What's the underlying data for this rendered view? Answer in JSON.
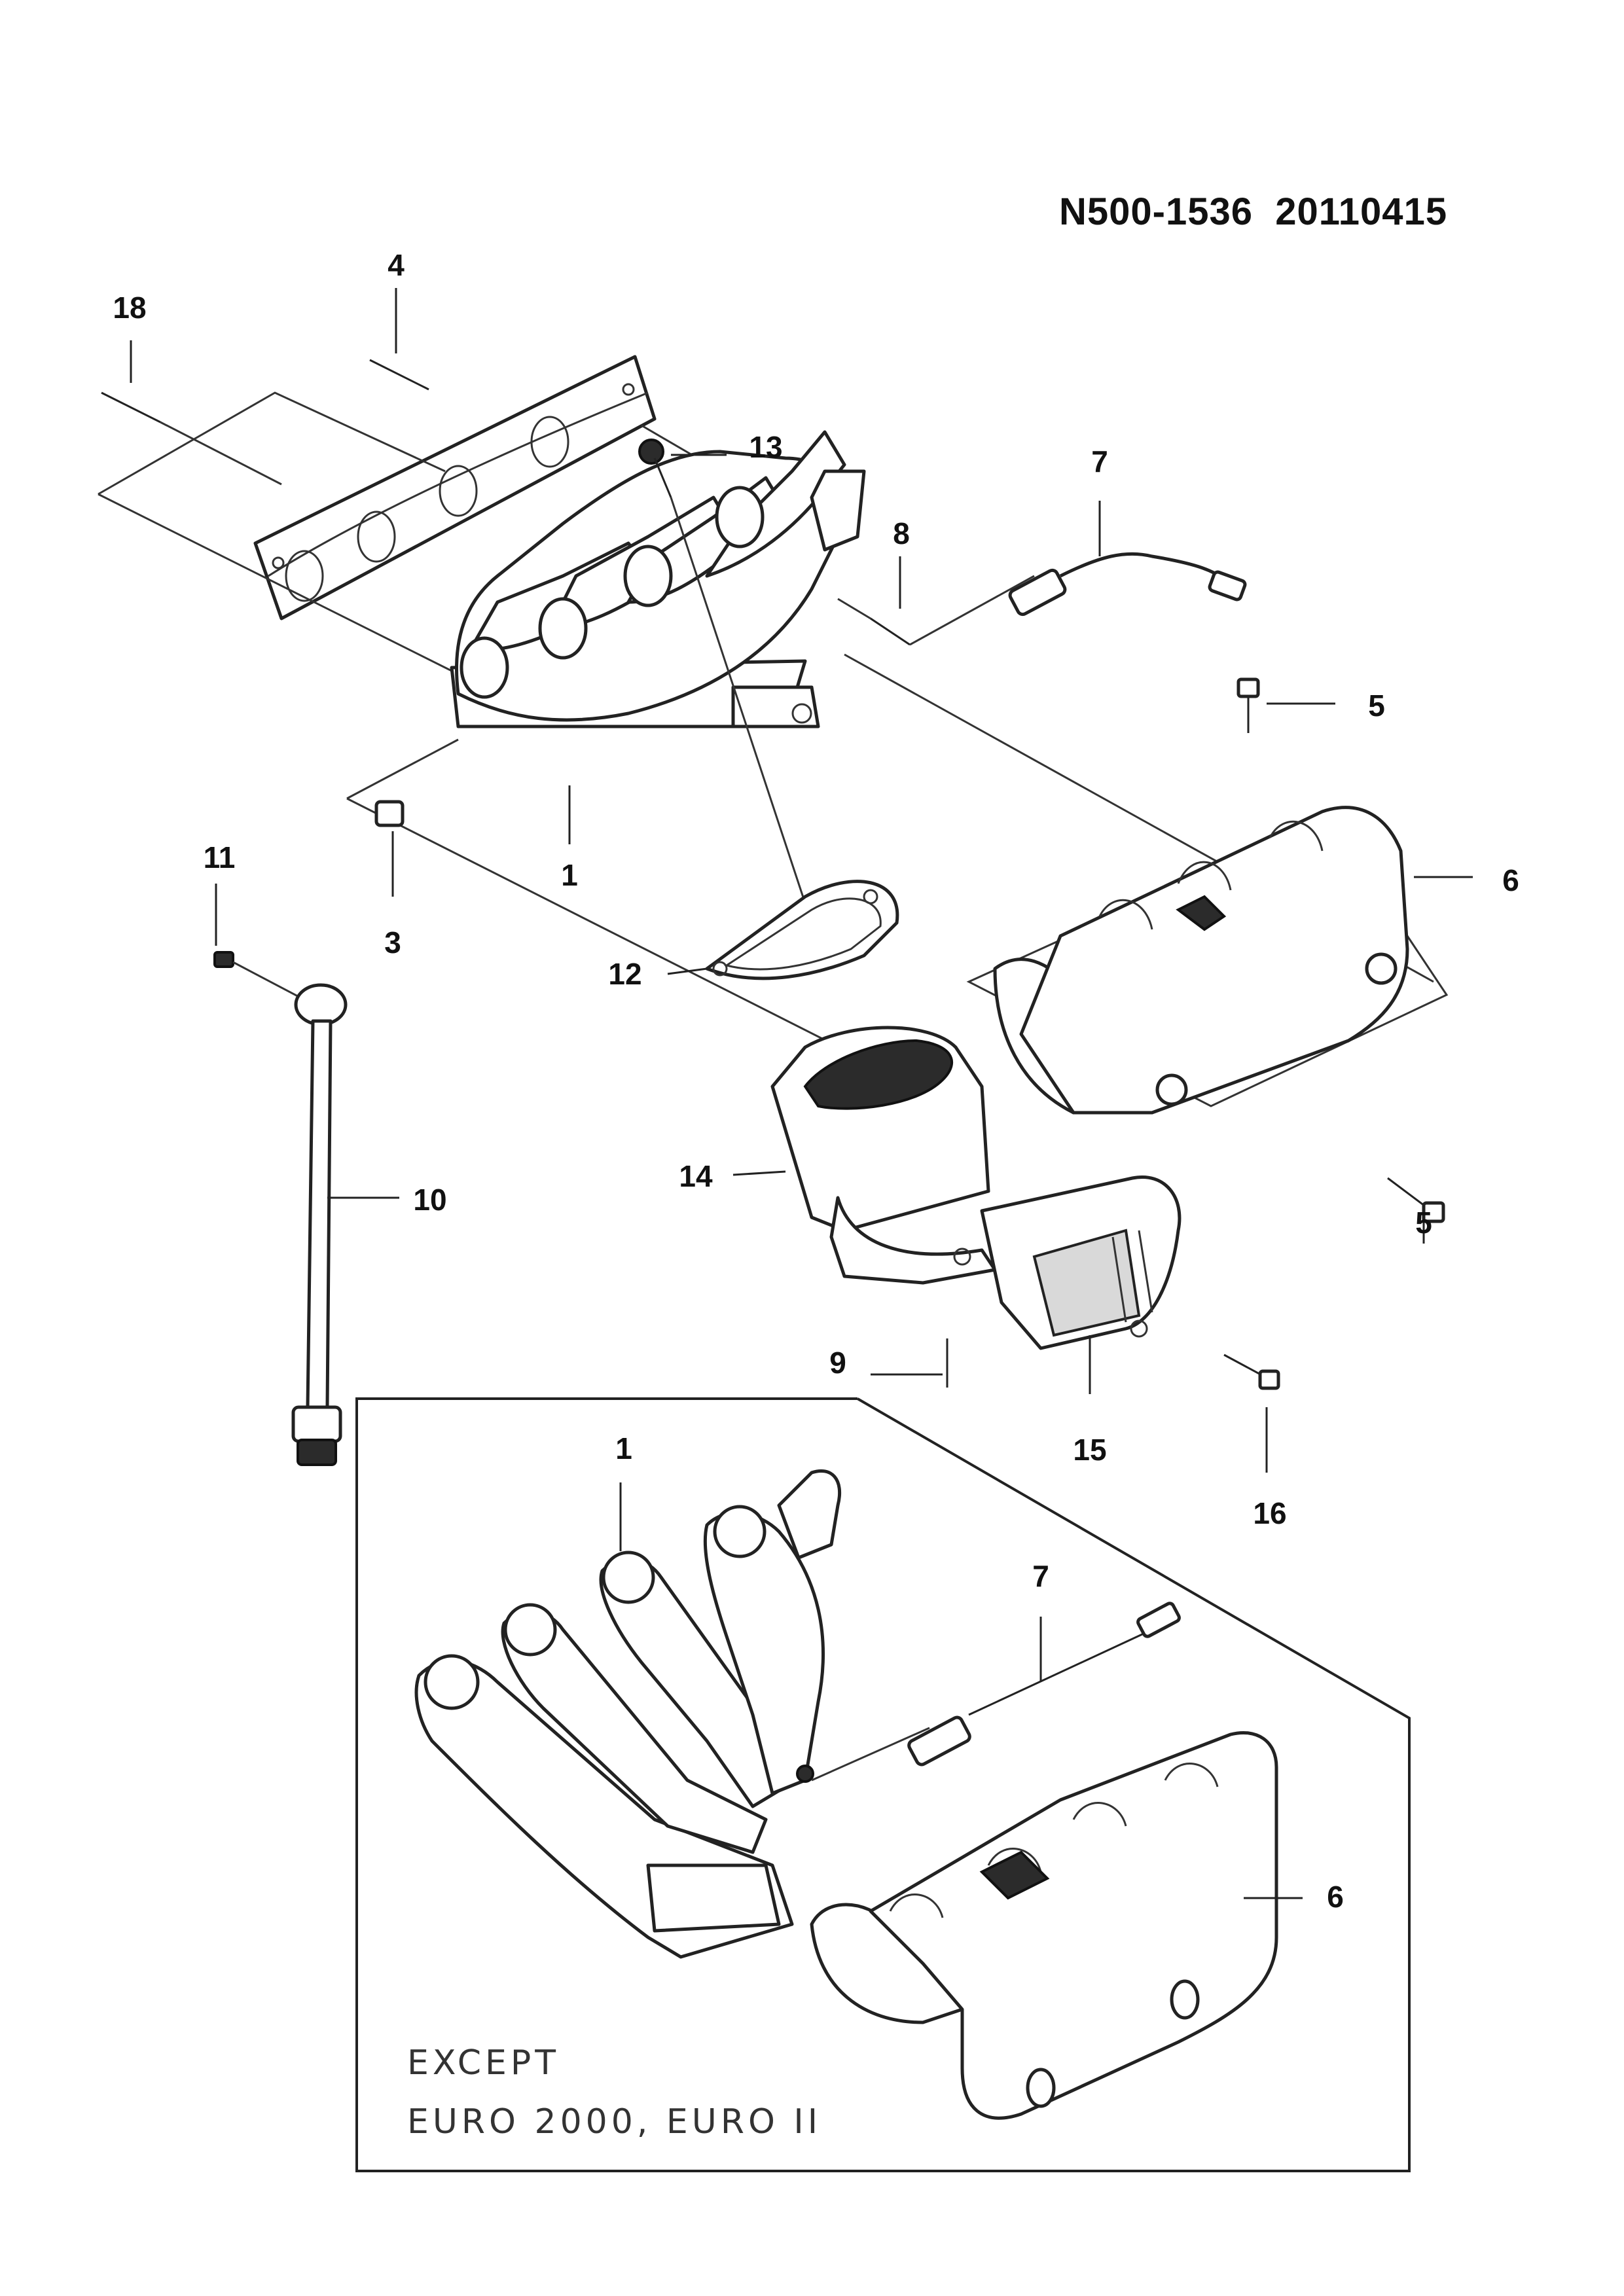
{
  "document": {
    "id": "N500-1536  20110415"
  },
  "callouts": {
    "c1": "1",
    "c1b": "1",
    "c3": "3",
    "c4": "4",
    "c5a": "5",
    "c5b": "5",
    "c6": "6",
    "c6b": "6",
    "c7": "7",
    "c7b": "7",
    "c8": "8",
    "c9": "9",
    "c10": "10",
    "c11": "11",
    "c12": "12",
    "c13": "13",
    "c14": "14",
    "c15": "15",
    "c16": "16",
    "c18": "18"
  },
  "inset_note": {
    "line1": "EXCEPT",
    "line2": "EURO 2000, EURO II"
  }
}
